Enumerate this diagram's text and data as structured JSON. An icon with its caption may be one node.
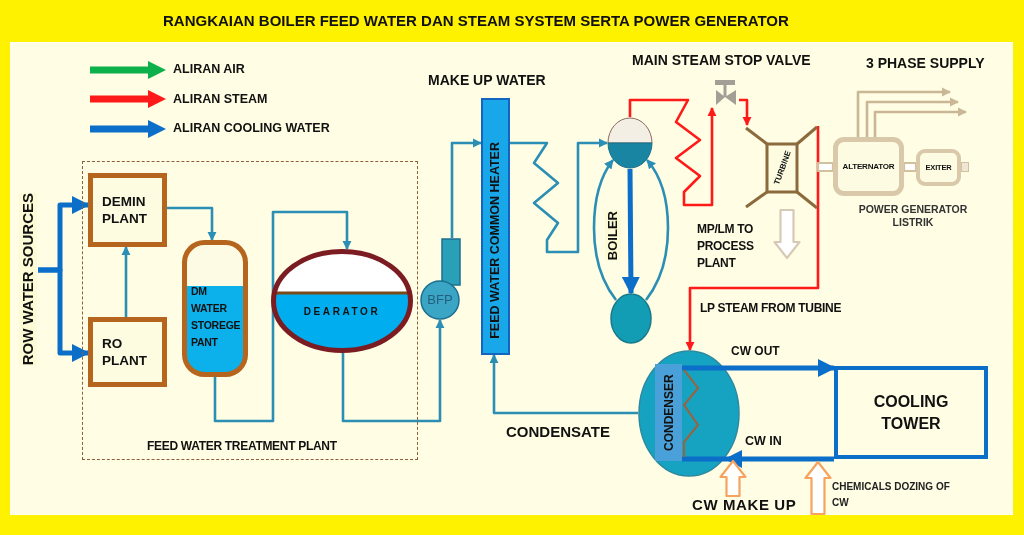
{
  "diagram": {
    "title": "RANGKAIAN BOILER FEED WATER DAN STEAM SYSTEM SERTA POWER GENERATOR",
    "nodes": [
      {
        "text": [
          "ROW WATER SOURCES"
        ]
      },
      {
        "text": [
          "FEED WATER TREATMENT PLANT"
        ]
      },
      {
        "text": [
          "DEMIN PLANT"
        ],
        "in": 1
      },
      {
        "text": [
          "RO PLANT"
        ],
        "in": 1
      },
      {
        "text": [
          "DM WATER STOREGE PANT"
        ],
        "in": 1
      },
      {
        "text": [
          "DEARATOR"
        ],
        "in": 1
      },
      {
        "text": [
          "BFP"
        ]
      },
      {
        "text": [
          "FEED WATER COMMON HEATER"
        ]
      },
      {
        "text": [],
        "shape": "circle"
      },
      {
        "text": [],
        "shape": "circle"
      },
      {
        "text": [],
        "shape": "picture",
        "beside": [
          "MAIN STEAM STOP VALVE"
        ]
      },
      {
        "text": [
          "TURBINE"
        ]
      },
      {
        "text": [
          "ALTERNATOR"
        ]
      },
      {
        "text": [
          "EXITER"
        ]
      },
      {
        "text": [
          "CONDENSER"
        ]
      },
      {
        "text": [
          "COOLING TOWER"
        ]
      },
      {
        "text": [
          "CW MAKE UP"
        ]
      },
      {
        "text": [
          "CHEMICALS DOZING OF CW"
        ]
      }
    ],
    "edges": [
      {
        "from": 0,
        "to": 2,
        "arrow": "to",
        "style": "thick",
        "color": "#0b6fc9"
      },
      {
        "from": 0,
        "to": 3,
        "arrow": "to",
        "style": "thick",
        "color": "#0b6fc9"
      },
      {
        "from": 3,
        "to": 2,
        "arrow": "to"
      },
      {
        "from": 2,
        "to": 4,
        "arrow": "to"
      },
      {
        "from": 4,
        "to": 5,
        "arrow": "to"
      },
      {
        "from": 5,
        "to": 6,
        "arrow": "to"
      },
      {
        "from": 6,
        "to": 7,
        "arrow": "to"
      },
      {
        "from": 7,
        "to": 8,
        "arrow": "to"
      },
      {
        "from": 8,
        "to": 9,
        "arrow": "to",
        "style": "thick",
        "color": "#0b6fc9"
      },
      {
        "from": 9,
        "to": 8,
        "arrow": "to"
      },
      {
        "from": 9,
        "to": 8,
        "arrow": "to"
      },
      {
        "from": 8,
        "to": 10,
        "arrow": "to",
        "color": "#ff1a1a"
      },
      {
        "from": 10,
        "to": 11,
        "arrow": "to",
        "color": "#ff1a1a"
      },
      {
        "from": 11,
        "to": null,
        "arrow": "to",
        "label": "MP/LM TO PROCESS PLANT",
        "style": "thick",
        "color": "#d6cab6"
      },
      {
        "from": 11,
        "to": 14,
        "arrow": "to",
        "label": "LP STEAM FROM TUBINE",
        "color": "#ff1a1a"
      },
      {
        "from": 11,
        "to": 12,
        "arrow": "none",
        "style": "thick",
        "color": "#d2c09f"
      },
      {
        "from": 12,
        "to": 13,
        "arrow": "none",
        "style": "thick",
        "color": "#d2c09f"
      },
      {
        "from": 12,
        "to": null,
        "arrow": "to",
        "color": "#c9b796"
      },
      {
        "from": 12,
        "to": null,
        "arrow": "to",
        "color": "#c9b796"
      },
      {
        "from": 12,
        "to": null,
        "arrow": "to",
        "color": "#c9b796"
      },
      {
        "from": 14,
        "to": 7,
        "arrow": "to",
        "label": "CONDENSATE"
      },
      {
        "from": 14,
        "to": 15,
        "arrow": "to",
        "label": "CW OUT",
        "style": "thick",
        "color": "#0b6fc9"
      },
      {
        "from": 15,
        "to": 14,
        "arrow": "to",
        "label": "CW IN",
        "style": "thick",
        "color": "#0b6fc9"
      },
      {
        "from": 16,
        "to": null,
        "arrow": "to",
        "style": "thick",
        "color": "#f5a35f"
      },
      {
        "from": 17,
        "to": null,
        "arrow": "to",
        "style": "thick",
        "color": "#f5a35f"
      }
    ],
    "labels": [
      "MAKE UP WATER",
      "3 PHASE SUPPLY",
      "POWER GENERATOR LISTRIK",
      "BOILER"
    ],
    "legend": [
      {
        "text": "ALIRAN AIR",
        "color": "#0db14b"
      },
      {
        "text": "ALIRAN STEAM",
        "color": "#ff1a1a"
      },
      {
        "text": "ALIRAN COOLING WATER",
        "color": "#0b6fc9"
      }
    ]
  }
}
